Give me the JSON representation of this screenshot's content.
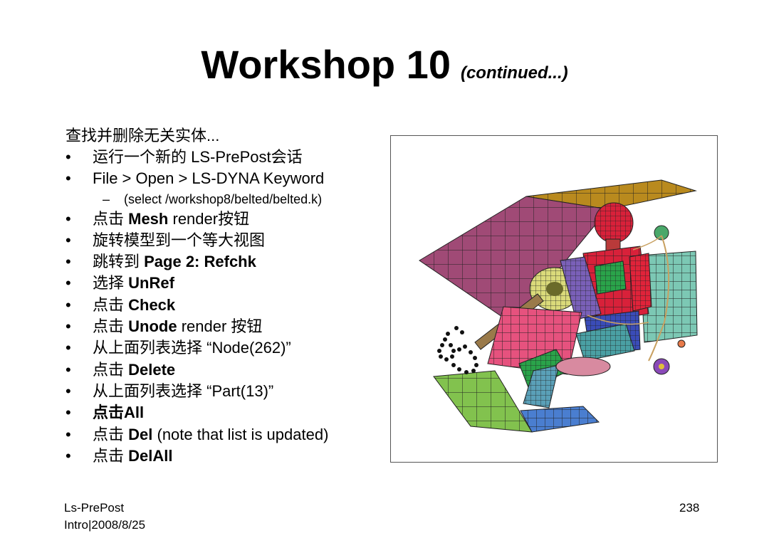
{
  "slide": {
    "title": "Workshop 10",
    "title_suffix": "(continued...)",
    "intro": "查找并删除无关实体...",
    "bullets": [
      {
        "bullet": "•",
        "pre": "运行一个新的 LS‐PrePost会话",
        "bold": "",
        "post": ""
      },
      {
        "bullet": "•",
        "pre": "File > Open > LS‐DYNA Keyword",
        "bold": "",
        "post": ""
      },
      {
        "bullet": "•",
        "pre": "点击 ",
        "bold": "Mesh",
        "post": " render按钮"
      },
      {
        "bullet": "•",
        "pre": "旋转模型到一个等大视图",
        "bold": "",
        "post": ""
      },
      {
        "bullet": "•",
        "pre": "跳转到 ",
        "bold": "Page 2: Refchk",
        "post": ""
      },
      {
        "bullet": "•",
        "pre": "选择 ",
        "bold": "UnRef",
        "post": ""
      },
      {
        "bullet": "•",
        "pre": "点击 ",
        "bold": "Check",
        "post": ""
      },
      {
        "bullet": "•",
        "pre": "点击 ",
        "bold": "Unode",
        "post": " render 按钮"
      },
      {
        "bullet": "•",
        "pre": "从上面列表选择 “Node(262)”",
        "bold": "",
        "post": ""
      },
      {
        "bullet": "•",
        "pre": "点击 ",
        "bold": "Delete",
        "post": ""
      },
      {
        "bullet": "•",
        "pre": "从上面列表选择 “Part(13)”",
        "bold": "",
        "post": ""
      },
      {
        "bullet": "•",
        "pre": "",
        "bold": "点击All",
        "post": ""
      },
      {
        "bullet": "•",
        "pre": "点击 ",
        "bold": "Del",
        "post": " (note that list is updated)"
      },
      {
        "bullet": "•",
        "pre": "点击 ",
        "bold": "DelAll",
        "post": ""
      }
    ],
    "subitem": {
      "dash": "–",
      "text": "(select /workshop8/belted/belted.k)"
    }
  },
  "footer": {
    "left_line1": "Ls-PrePost",
    "left_line2": "Intro|2008/8/25",
    "page_number": "238"
  },
  "figure": {
    "colors": {
      "roof": "#b98a1e",
      "hood": "#a04a76",
      "seat_back": "#7cc8b4",
      "dummy_red": "#d8213a",
      "dummy_green": "#2aa34a",
      "dummy_blue": "#3a4cb8",
      "floor_pink": "#e6527e",
      "panel_green": "#82c24e",
      "panel_blue": "#4a7ed0",
      "steering": "#dada7a",
      "purple": "#7a60b8",
      "teal": "#4aa0a4",
      "belt": "#c8a060",
      "wheel_face": "#e87a4a"
    }
  }
}
